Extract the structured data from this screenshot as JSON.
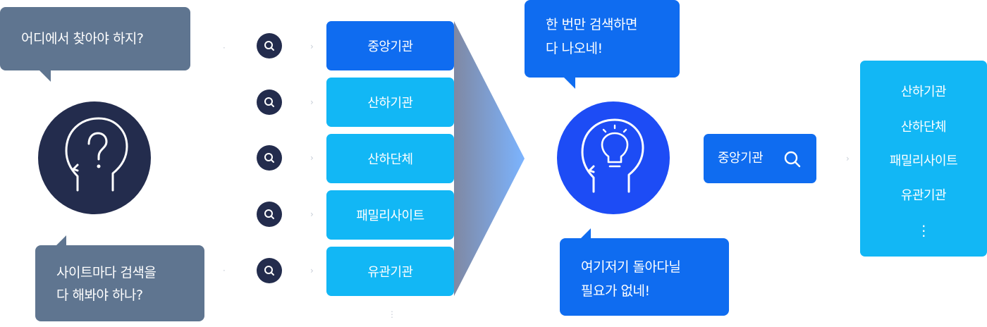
{
  "bubbles": {
    "where": "어디에서 찾아야 하지?",
    "per_site_line1": "사이트마다 검색을",
    "per_site_line2": "다 해봐야 하나?",
    "once_line1": "한 번만 검색하면",
    "once_line2": "다 나오네!",
    "no_roam_line1": "여기저기 돌아다닐",
    "no_roam_line2": "필요가 없네!"
  },
  "categories": [
    "중앙기관",
    "산하기관",
    "산하단체",
    "패밀리사이트",
    "유관기관"
  ],
  "search": {
    "label": "중앙기관"
  },
  "results": {
    "items": [
      "산하기관",
      "산하단체",
      "패밀리사이트",
      "유관기관"
    ],
    "more": "⋮"
  },
  "icons": {
    "confused": "head-question-icon",
    "idea": "head-lightbulb-icon",
    "search": "magnifier-icon"
  },
  "colors": {
    "navy": "#232c4d",
    "bubble_gray": "#5f7590",
    "primary_blue": "#0f6cf0",
    "sky_blue": "#12b7f5",
    "idea_blue": "#1d4cf5"
  }
}
